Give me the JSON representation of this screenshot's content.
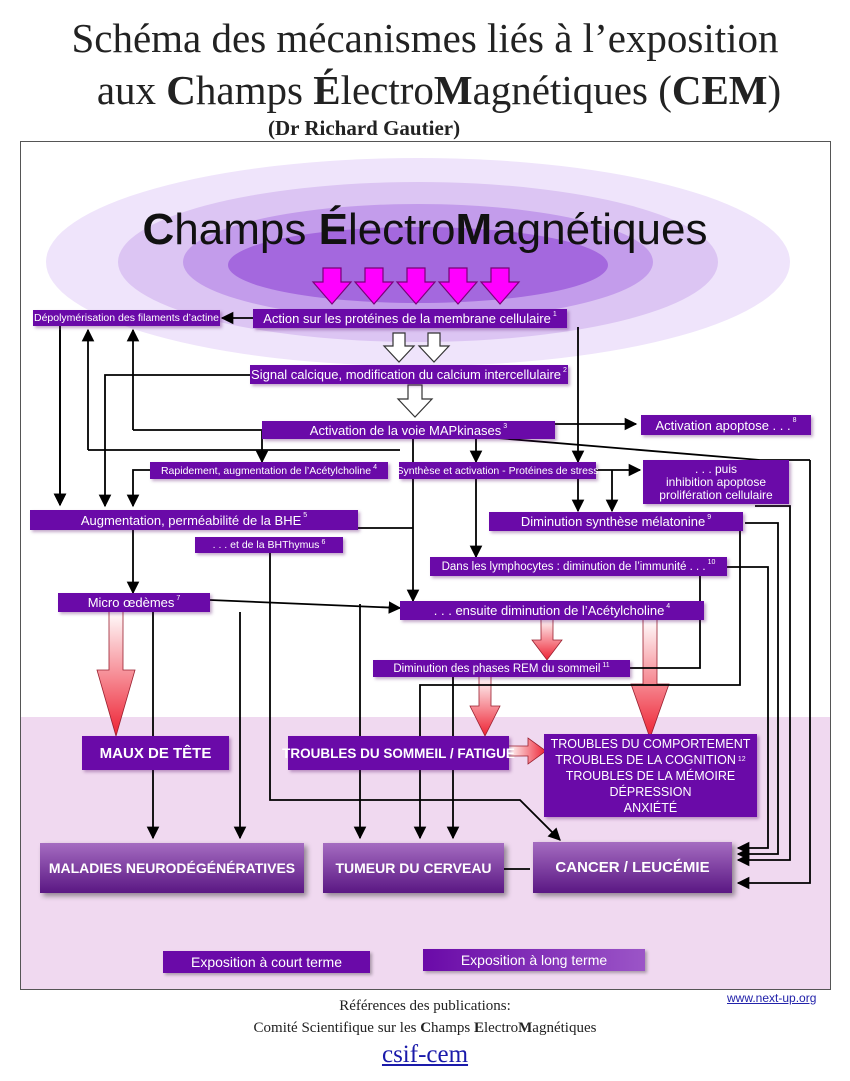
{
  "title": {
    "line1": "Schéma des mécanismes liés à l’exposition",
    "line2_parts": [
      "aux ",
      "C",
      "hamps  ",
      "É",
      "lectro",
      "M",
      "agnétiques (",
      "CEM",
      ")"
    ],
    "author": "(Dr Richard Gautier)"
  },
  "heading": {
    "parts": [
      "C",
      "hamps ",
      "É",
      "lectro",
      "M",
      "agnétiques"
    ]
  },
  "nodes": {
    "action_proteines": {
      "text": "Action sur les protéines de la membrane cellulaire",
      "ref": "1"
    },
    "depolymerisation": {
      "text": "Dépolymérisation des filaments d’actine"
    },
    "signal_calcique": {
      "text": "Signal calcique, modification du calcium intercellulaire",
      "ref": "2"
    },
    "activation_map": {
      "text": "Activation de la voie MAPkinases",
      "ref": "3"
    },
    "activation_apoptose": {
      "text": "Activation apoptose . . .",
      "ref": "8"
    },
    "rapidement": {
      "text": "Rapidement, augmentation de l’Acétylcholine",
      "ref": "4"
    },
    "synthese_stress": {
      "text": "Synthèse et activation - Protéines de stress"
    },
    "puis_inhibition": {
      "lines": [
        ". . . puis",
        "inhibition apoptose",
        "prolifération cellulaire"
      ]
    },
    "augmentation_bhe": {
      "text": "Augmentation, perméabilité de la BHE",
      "ref": "5"
    },
    "bhthymus": {
      "text": ". . . et de la BHThymus",
      "ref": "6"
    },
    "diminution_melatonine": {
      "text": "Diminution synthèse mélatonine",
      "ref": "9"
    },
    "lymphocytes": {
      "text": "Dans les lymphocytes : diminution de l’immunité . . .",
      "ref": "10"
    },
    "micro_oedemes": {
      "text": "Micro œdèmes",
      "ref": "7"
    },
    "ensuite_acetylcholine": {
      "text": ". . . ensuite diminution de l’Acétylcholine",
      "ref": "4"
    },
    "phases_rem": {
      "text": "Diminution des phases REM du sommeil",
      "ref": "11"
    },
    "maux_tete": {
      "text": "MAUX DE TÊTE"
    },
    "troubles_sommeil": {
      "text": "TROUBLES DU SOMMEIL / FATIGUE"
    },
    "troubles_comportement": {
      "lines": [
        "TROUBLES  DU COMPORTEMENT",
        "TROUBLES DE LA COGNITION",
        "TROUBLES DE LA MÉMOIRE",
        "DÉPRESSION",
        "ANXIÉTÉ"
      ],
      "ref": "12"
    },
    "maladies_neuro": {
      "text": "MALADIES NEURODÉGÉNÉRATIVES"
    },
    "tumeur_cerveau": {
      "text": "TUMEUR DU CERVEAU"
    },
    "cancer_leucemie": {
      "text": "CANCER / LEUCÉMIE"
    }
  },
  "legend": {
    "court_terme": "Exposition à court terme",
    "long_terme": "Exposition à long terme"
  },
  "footer": {
    "site": "www.next-up.org",
    "references": "Références des publications:",
    "comite_parts": [
      "Comité Scientifique sur les ",
      "C",
      "hamps ",
      "E",
      "lectro",
      "M",
      "agnétiques"
    ],
    "link": "csif-cem"
  },
  "colors": {
    "box_purple": "#6a0aa8",
    "arrow_magenta": "#ff00ff",
    "arrow_red": "#ee3344",
    "halo_purple": "#b07fe0",
    "lower_band": "#f0d9f0"
  }
}
